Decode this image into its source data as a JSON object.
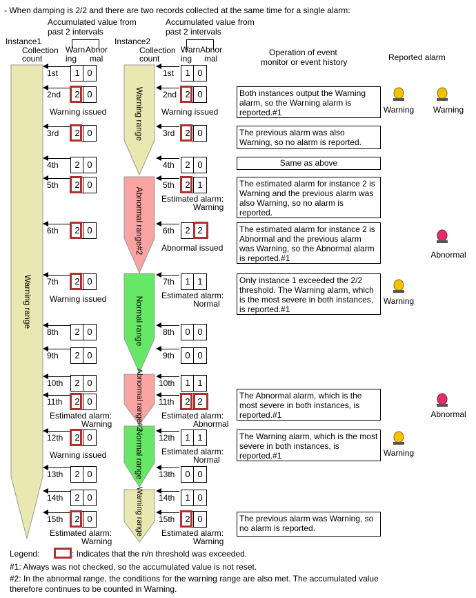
{
  "title": "- When damping is 2/2 and there are two records collected at the same time for a single alarm:",
  "headers": {
    "instance1": "Instance1",
    "instance2": "Instance2",
    "collection_count": [
      "Collection",
      "count"
    ],
    "accumulated": [
      "Accumulated value from",
      "past 2 intervals"
    ],
    "warning": [
      "Warn",
      "ing"
    ],
    "abnormal": [
      "Abnor",
      "mal"
    ],
    "operation": [
      "Operation of event",
      "monitor or event history"
    ],
    "reported_alarm": "Reported alarm"
  },
  "ranges": {
    "inst1_warning": "Warning range",
    "inst2": [
      {
        "label": "Warning range",
        "color": "#e8e8b0"
      },
      {
        "label": "Abnormal range#2",
        "color": "#f9a3a3"
      },
      {
        "label": "Normal range",
        "color": "#66e866"
      },
      {
        "label": "Abnormal range#2",
        "color": "#f9a3a3"
      },
      {
        "label": "Normal range",
        "color": "#66e866"
      },
      {
        "label": "Warning range",
        "color": "#e8e8b0"
      }
    ]
  },
  "rows": [
    {
      "count": "1st",
      "i1": [
        "1",
        "0"
      ],
      "i2": [
        "1",
        "0"
      ]
    },
    {
      "count": "2nd",
      "i1": [
        "2",
        "0"
      ],
      "i2": [
        "2",
        "0"
      ],
      "i1_note": "Warning issued",
      "i2_note": "Warning issued"
    },
    {
      "count": "3rd",
      "i1": [
        "2",
        "0"
      ],
      "i2": [
        "2",
        "0"
      ]
    },
    {
      "count": "4th",
      "i1": [
        "2",
        "0"
      ],
      "i2": [
        "2",
        "0"
      ]
    },
    {
      "count": "5th",
      "i1": [
        "2",
        "0"
      ],
      "i2": [
        "2",
        "1"
      ],
      "i2_note": [
        "Estimated alarm:",
        "Warning"
      ]
    },
    {
      "count": "6th",
      "i1": [
        "2",
        "0"
      ],
      "i2": [
        "2",
        "2"
      ],
      "i2_note": "Abnormal issued"
    },
    {
      "count": "7th",
      "i1": [
        "2",
        "0"
      ],
      "i2": [
        "1",
        "1"
      ],
      "i1_note": "Warning issued",
      "i2_note": [
        "Estimated alarm:",
        "Normal"
      ]
    },
    {
      "count": "8th",
      "i1": [
        "2",
        "0"
      ],
      "i2": [
        "0",
        "0"
      ]
    },
    {
      "count": "9th",
      "i1": [
        "2",
        "0"
      ],
      "i2": [
        "0",
        "0"
      ]
    },
    {
      "count": "10th",
      "i1": [
        "2",
        "0"
      ],
      "i2": [
        "1",
        "1"
      ]
    },
    {
      "count": "11th",
      "i1": [
        "2",
        "0"
      ],
      "i2": [
        "2",
        "2"
      ],
      "i1_note": [
        "Estimated alarm:",
        "Warning"
      ],
      "i2_note": [
        "Estimated alarm:",
        "Abnormal"
      ]
    },
    {
      "count": "12th",
      "i1": [
        "2",
        "0"
      ],
      "i2": [
        "1",
        "1"
      ],
      "i1_note": "Warning issued",
      "i2_note": [
        "Estimated alarm:",
        "Normal"
      ]
    },
    {
      "count": "13th",
      "i1": [
        "2",
        "0"
      ],
      "i2": [
        "0",
        "0"
      ]
    },
    {
      "count": "14th",
      "i1": [
        "2",
        "0"
      ],
      "i2": [
        "1",
        "0"
      ]
    },
    {
      "count": "15th",
      "i1": [
        "2",
        "0"
      ],
      "i2": [
        "2",
        "0"
      ],
      "i1_note": [
        "Estimated alarm:",
        "Warning"
      ],
      "i2_note": [
        "Estimated alarm:",
        "Warning"
      ]
    }
  ],
  "events": [
    "Both instances output the Warning alarm, so the Warning alarm is reported.#1",
    "The previous alarm was also Warning, so no alarm is reported.",
    "Same as above",
    "The estimated alarm for instance 2 is Warning and the previous alarm was also Warning, so no alarm is reported.",
    "The estimated alarm for instance 2 is Abnormal and the previous alarm was Warning, so the Abnormal alarm is reported.#1",
    "Only instance 1 exceeded the 2/2 threshold. The Warning alarm, which is the most severe in both instances, is reported.#1",
    "The Abnormal alarm, which is the most severe in both instances, is reported.#1",
    "The Warning alarm, which is the most severe in both instances, is reported.#1",
    "The previous alarm was Warning, so no alarm is reported."
  ],
  "alarms": {
    "warning": "Warning",
    "abnormal": "Abnormal",
    "warning_color": "#f2c200",
    "abnormal_color": "#e0306a"
  },
  "legend": {
    "label": "Legend:",
    "text": ": Indicates that the n/n threshold was exceeded.",
    "note1": "#1: Always was not checked, so the accumulated value is not reset.",
    "note2a": "#2: In the abnormal range, the conditions for the warning range are also met. The accumulated value",
    "note2b": "therefore continues to be counted in Warning."
  }
}
